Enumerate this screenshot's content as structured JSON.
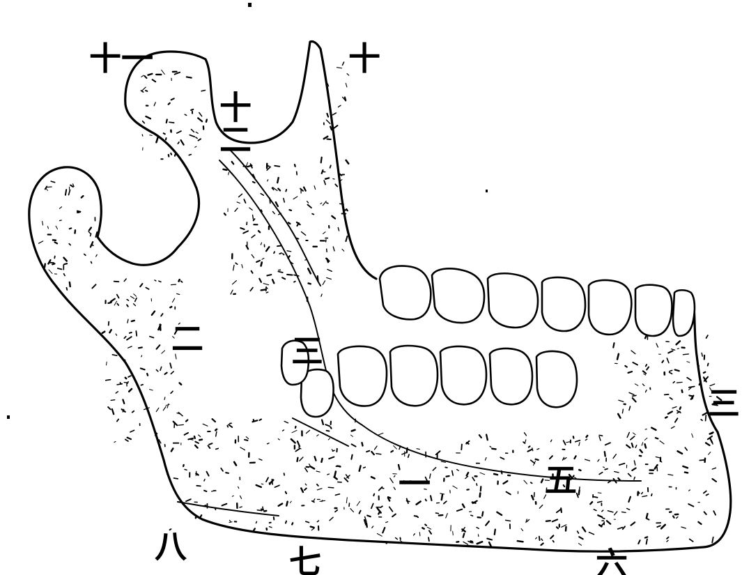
{
  "figure": {
    "labels": {
      "l_11": "十一",
      "l_12": "十二",
      "l_10": "十",
      "l_2": "二",
      "l_3_inner": "三",
      "l_3_front": "三",
      "l_1": "一",
      "l_5": "五",
      "l_8": "八",
      "l_7": "七",
      "l_6": "六"
    }
  }
}
